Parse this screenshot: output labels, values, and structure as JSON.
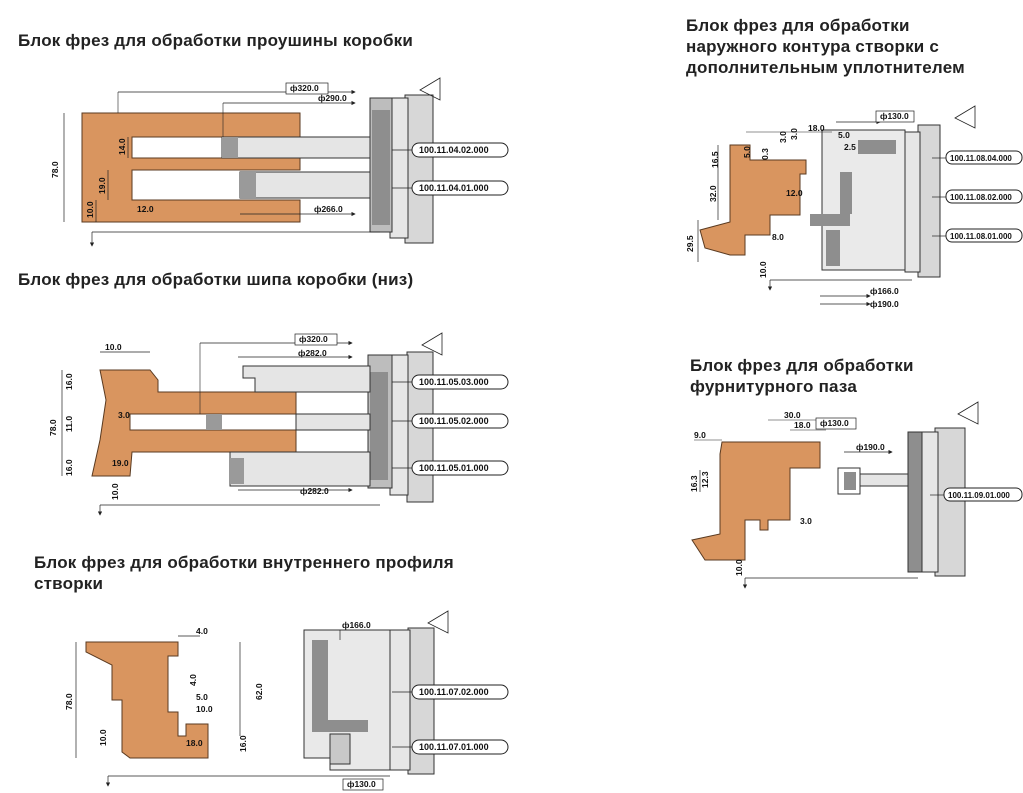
{
  "blocks": {
    "b1": {
      "title": [
        "Блок фрез для обработки проушины коробки"
      ],
      "dims": {
        "d1": "ф320.0",
        "d2": "ф290.0",
        "d3": "ф266.0",
        "h": "78.0",
        "v1": "14.0",
        "v2": "19.0",
        "v3": "10.0",
        "v4": "12.0"
      },
      "parts": [
        "100.11.04.02.000",
        "100.11.04.01.000"
      ]
    },
    "b2": {
      "title": [
        "Блок фрез для обработки шипа коробки (низ)"
      ],
      "dims": {
        "d1": "ф320.0",
        "d2": "ф282.0",
        "d3": "ф282.0",
        "top": "10.0",
        "h": "78.0",
        "v1": "16.0",
        "v2": "11.0",
        "v3": "16.0",
        "s1": "3.0",
        "s2": "19.0",
        "v4": "10.0"
      },
      "parts": [
        "100.11.05.03.000",
        "100.11.05.02.000",
        "100.11.05.01.000"
      ]
    },
    "b3": {
      "title": [
        "Блок фрез для обработки внутреннего профиля",
        "створки"
      ],
      "dims": {
        "top": "4.0",
        "d1": "ф166.0",
        "d2": "ф130.0",
        "h": "78.0",
        "h2": "62.0",
        "v1": "4.0",
        "v2": "5.0",
        "v3": "10.0",
        "v4": "16.0",
        "s1": "10.0",
        "s2": "18.0"
      },
      "parts": [
        "100.11.07.02.000",
        "100.11.07.01.000"
      ]
    },
    "b4": {
      "title": [
        "Блок фрез для обработки",
        "наружного контура створки с",
        "дополнительным уплотнителем"
      ],
      "dims": {
        "d1": "ф130.0",
        "t1": "3.0",
        "t2": "3.0",
        "t3": "18.0",
        "t4": "5.0",
        "t5": "2.5",
        "v1": "16.5",
        "v2": "5.0",
        "v3": "0.3",
        "v4": "32.0",
        "v5": "12.0",
        "v6": "29.5",
        "v7": "8.0",
        "v8": "10.0",
        "d2": "ф166.0",
        "d3": "ф190.0"
      },
      "parts": [
        "100.11.08.04.000",
        "100.11.08.02.000",
        "100.11.08.01.000"
      ]
    },
    "b5": {
      "title": [
        "Блок фрез для обработки",
        "фурнитурного паза"
      ],
      "dims": {
        "t1": "30.0",
        "t2": "18.0",
        "d1": "ф130.0",
        "t0": "9.0",
        "d2": "ф190.0",
        "v1": "16.3",
        "v2": "12.3",
        "s1": "3.0",
        "v3": "10.0"
      },
      "parts": [
        "100.11.09.01.000"
      ]
    }
  },
  "colors": {
    "wood": "#D9955F",
    "wood_edge": "#5a3a20",
    "steel": "#D7D7D7",
    "steel_dark": "#8E8E8E",
    "line": "#222222"
  }
}
